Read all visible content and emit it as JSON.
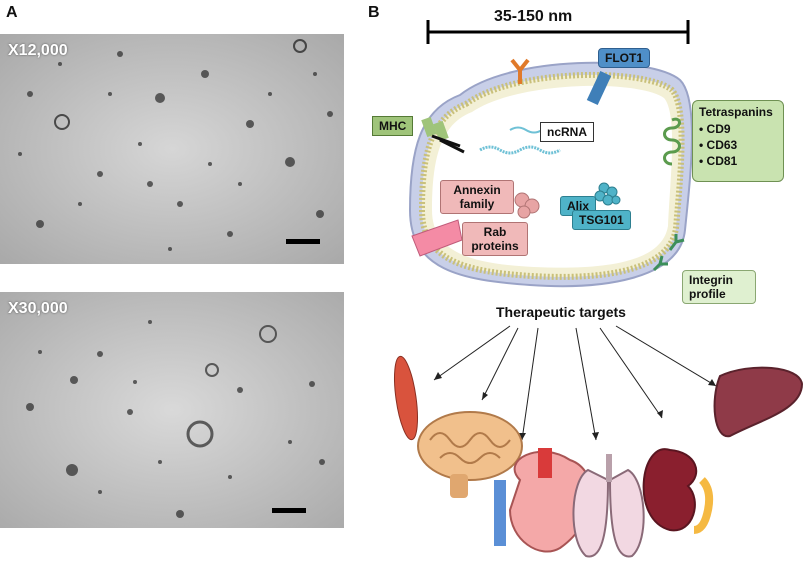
{
  "panels": {
    "a_letter": "A",
    "b_letter": "B"
  },
  "tem_images": [
    {
      "magnification": "X12,000"
    },
    {
      "magnification": "X30,000"
    }
  ],
  "diagram": {
    "size_range": "35-150 nm",
    "labels": {
      "flot1": "FLOT1",
      "mhc": "MHC",
      "ncrna": "ncRNA",
      "annexin": "Annexin family",
      "alix": "Alix",
      "tsg101": "TSG101",
      "rab": "Rab proteins",
      "integrin": "Integrin profile"
    },
    "tetraspanins": {
      "title": "Tetraspanins",
      "items": [
        "CD9",
        "CD63",
        "CD81"
      ]
    },
    "therapeutic_targets": "Therapeutic targets",
    "organ_icons": [
      "muscle-icon",
      "brain-icon",
      "heart-icon",
      "lungs-icon",
      "kidney-icon",
      "liver-icon"
    ],
    "colors": {
      "membrane": "#e8e3a8",
      "mhc": "#9fc47a",
      "flot1": "#4f8fc8",
      "tetraspanins": "#c9e3b0",
      "pink": "#f0b9b9",
      "teal": "#4fb3c8"
    }
  }
}
